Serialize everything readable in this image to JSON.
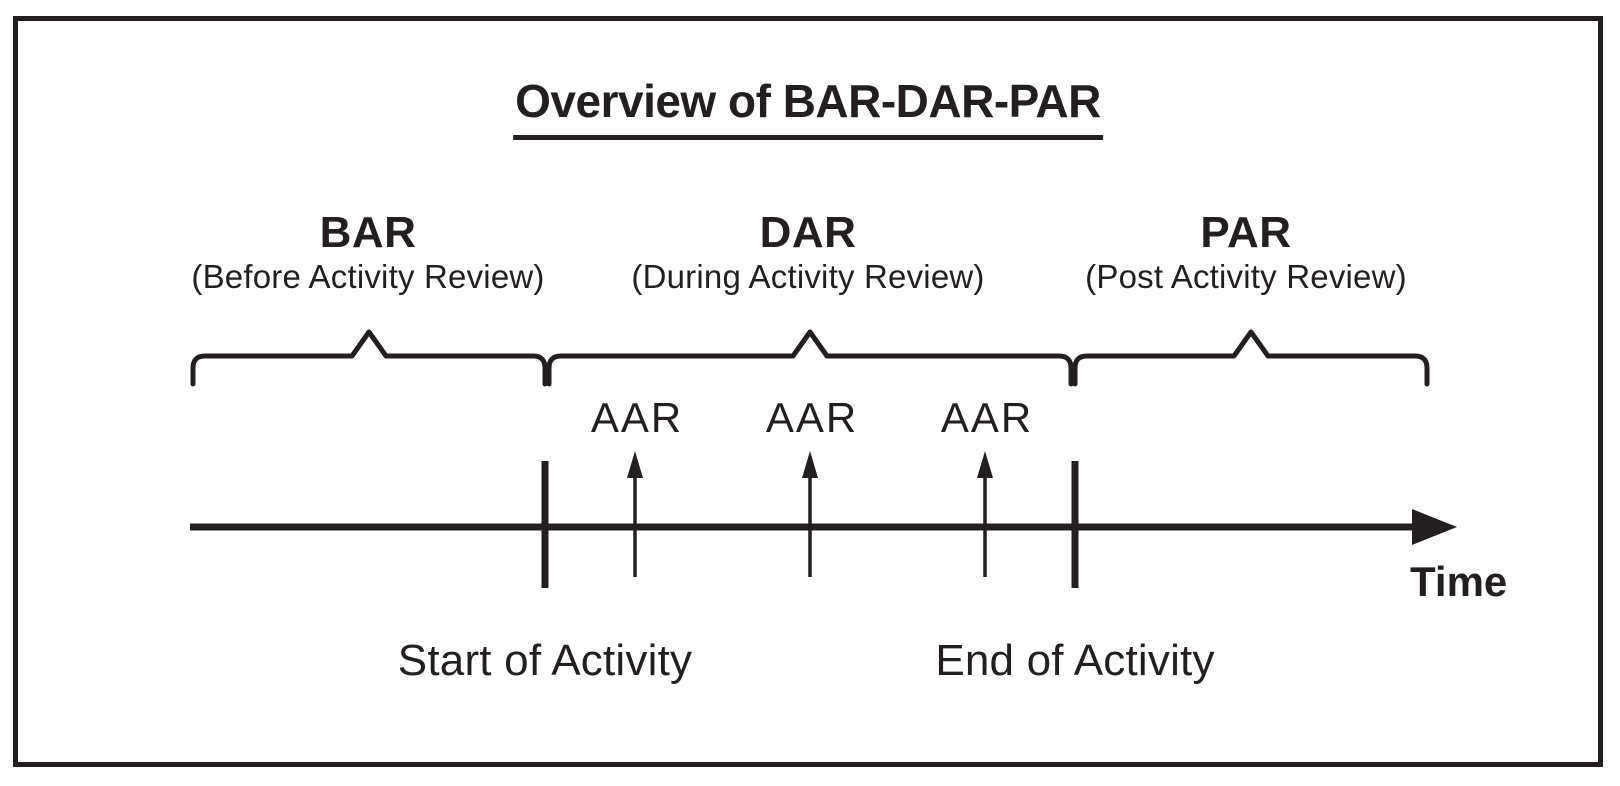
{
  "title": "Overview of BAR-DAR-PAR",
  "phases": [
    {
      "acronym": "BAR",
      "name": "(Before Activity Review)"
    },
    {
      "acronym": "DAR",
      "name": "(During Activity Review)"
    },
    {
      "acronym": "PAR",
      "name": "(Post Activity Review)"
    }
  ],
  "reviews": {
    "labels": [
      "AAR",
      "AAR",
      "AAR"
    ]
  },
  "timeline": {
    "axis_label": "Time",
    "markers": [
      {
        "label": "Start of Activity"
      },
      {
        "label": "End of Activity"
      }
    ]
  },
  "colors": {
    "ink": "#231f20",
    "background": "#ffffff"
  }
}
